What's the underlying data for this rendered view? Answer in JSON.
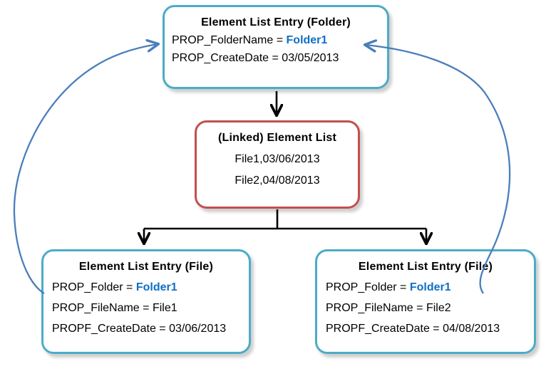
{
  "colors": {
    "node_border_teal": "#4BACC6",
    "node_border_red": "#C0504D",
    "reference_arrow_blue": "#4A7EBB",
    "highlight_text_blue": "#0F6FC5",
    "connector_black": "#000000",
    "background": "#ffffff"
  },
  "nodes": {
    "folder_entry": {
      "title": "Element List Entry (Folder)",
      "folder_name_label": "PROP_FolderName = ",
      "folder_name_value": "Folder1",
      "create_date_line": "PROP_CreateDate = 03/05/2013"
    },
    "linked_element_list": {
      "title": "(Linked) Element List",
      "rows": [
        "File1,03/06/2013",
        "File2,04/08/2013"
      ]
    },
    "file_entry_1": {
      "title": "Element List Entry (File)",
      "folder_label": "PROP_Folder = ",
      "folder_value": "Folder1",
      "file_name_line": "PROP_FileName = File1",
      "create_date_line": "PROPF_CreateDate = 03/06/2013"
    },
    "file_entry_2": {
      "title": "Element List Entry (File)",
      "folder_label": "PROP_Folder = ",
      "folder_value": "Folder1",
      "file_name_line": "PROP_FileName = File2",
      "create_date_line": "PROPF_CreateDate = 04/08/2013"
    }
  }
}
